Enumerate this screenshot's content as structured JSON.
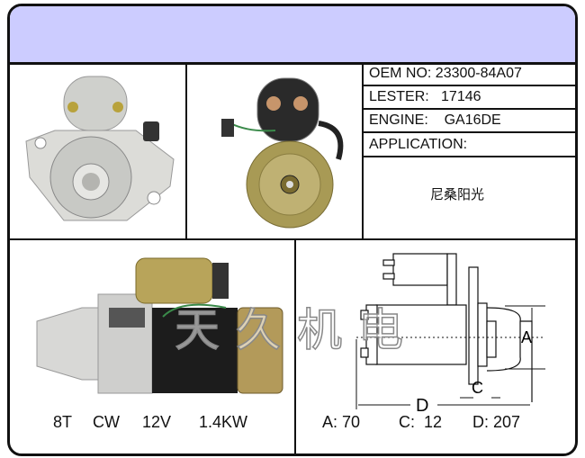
{
  "info": {
    "oem_label": "OEM NO:",
    "oem_value": "23300-84A07",
    "lester_label": "LESTER:",
    "lester_value": "17146",
    "engine_label": "ENGINE:",
    "engine_value": "GA16DE",
    "application_label": "APPLICATION:",
    "application_value": "尼桑阳光"
  },
  "specs": {
    "teeth": "8T",
    "rotation": "CW",
    "voltage": "12V",
    "power": "1.4KW"
  },
  "dimensions": {
    "a_label": "A:",
    "a_value": "70",
    "c_label": "C:",
    "c_value": "12",
    "d_label": "D:",
    "d_value": "207",
    "diagram_a": "A",
    "diagram_c": "C",
    "diagram_d": "D"
  },
  "watermark": "天久机电",
  "colors": {
    "header": "#ccccff",
    "border": "#111111"
  }
}
